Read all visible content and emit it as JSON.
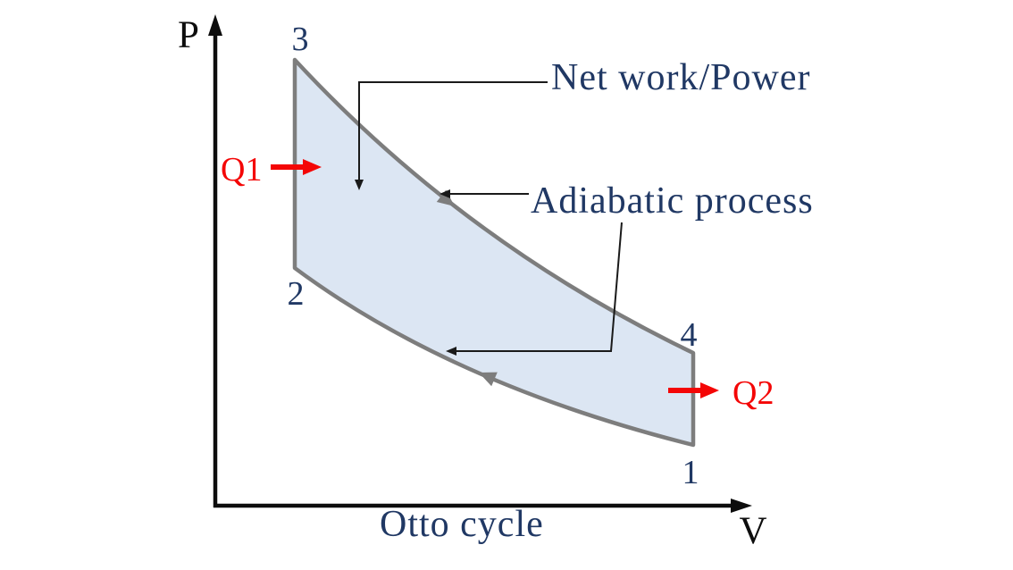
{
  "diagram": {
    "caption": "Otto cycle",
    "axes": {
      "pressure_label": "P",
      "volume_label": "V"
    },
    "state_points": {
      "point1": "1",
      "point2": "2",
      "point3": "3",
      "point4": "4"
    },
    "heat": {
      "heat_in_label": "Q1",
      "heat_out_label": "Q2"
    },
    "callouts": {
      "net_work_label": "Net work/Power",
      "adiabatic_label": "Adiabatic process"
    },
    "colors": {
      "axis_black": "#0d0d0d",
      "curve_gray": "#7d7d7d",
      "region_fill": "#dce6f3",
      "navy_text": "#203864",
      "heat_red": "#f40606",
      "callout_black": "#1a1a1a",
      "background": "#ffffff"
    }
  }
}
